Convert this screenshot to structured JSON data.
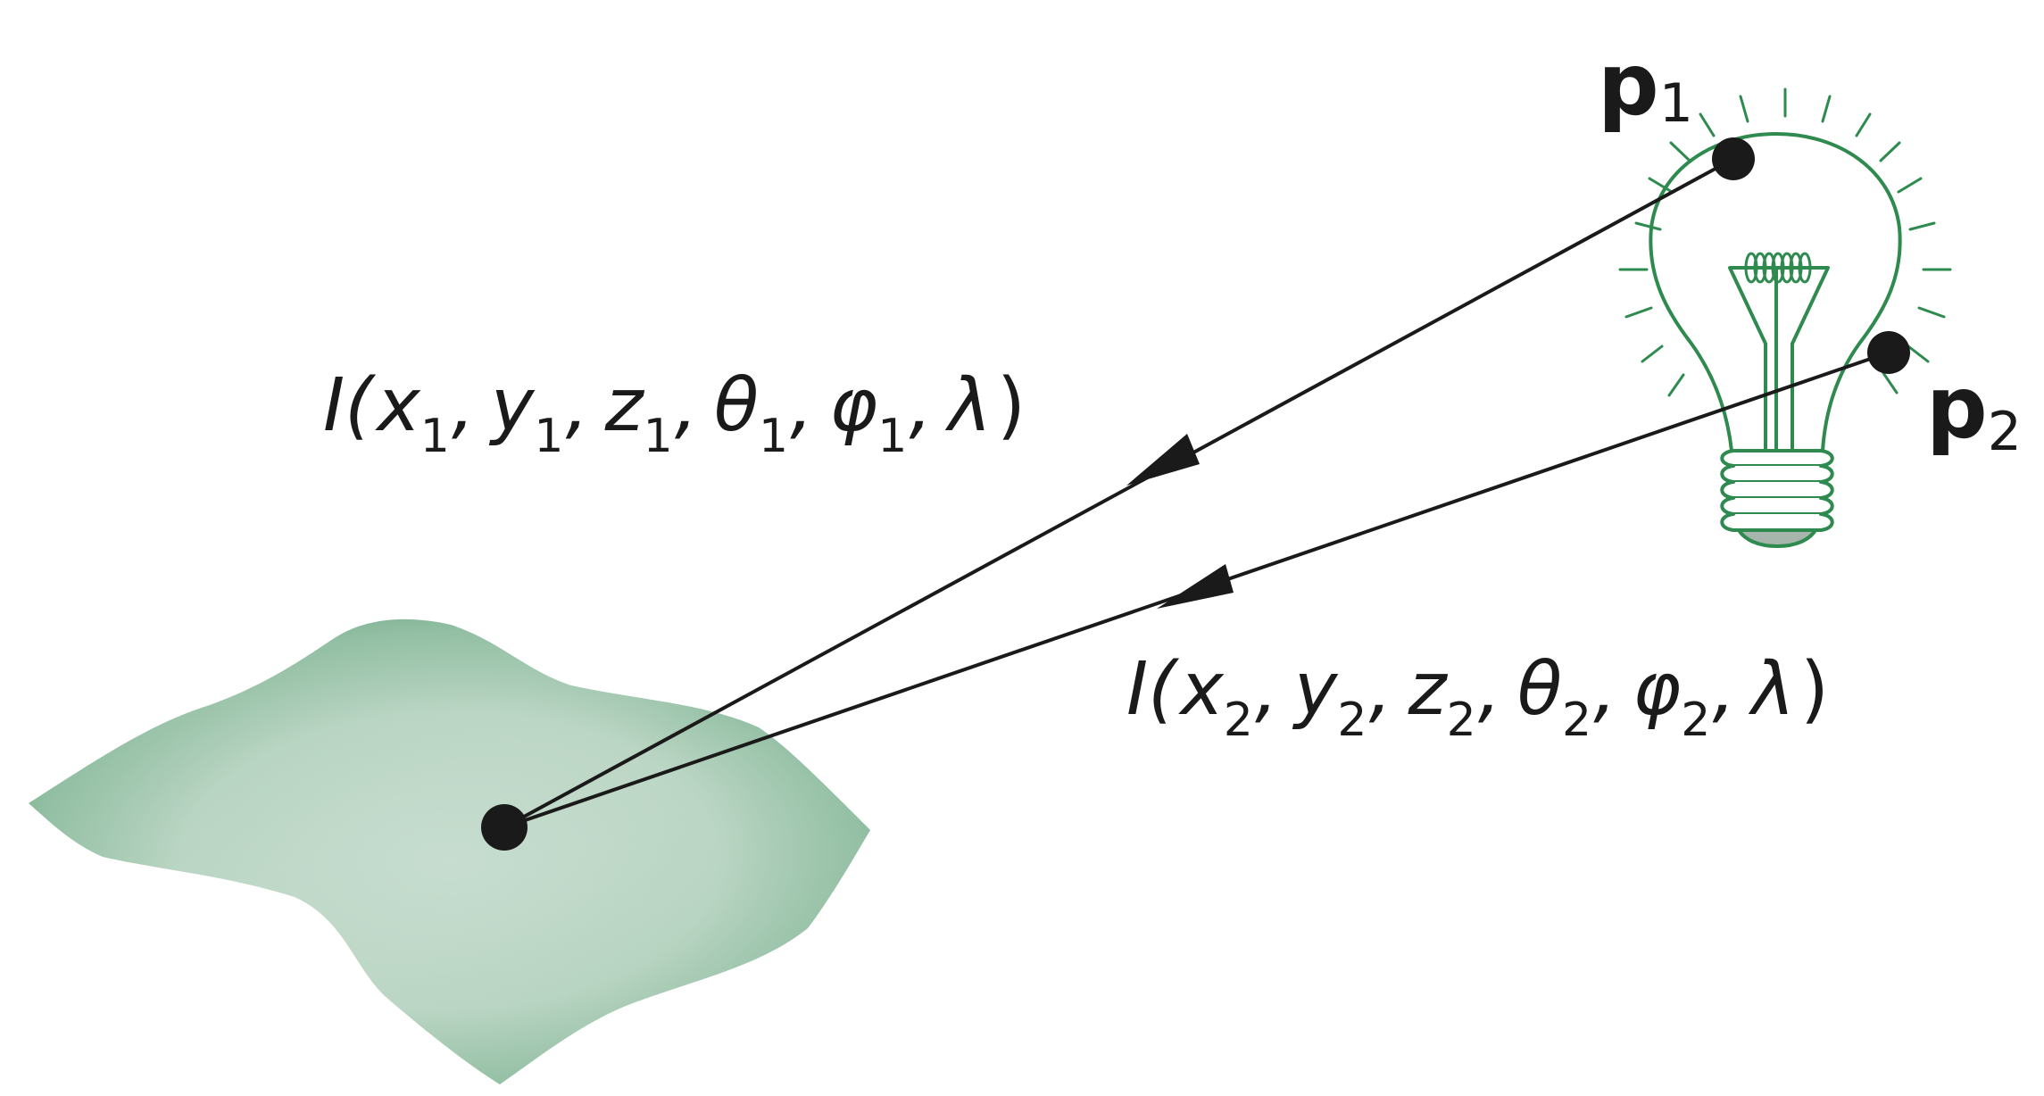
{
  "colors": {
    "ink": "#1a1a1a",
    "bulb": "#2e8a4e",
    "surface_dark": "#6aa784",
    "surface_light": "#c4dccd"
  },
  "points": {
    "p1": {
      "symbol": "p",
      "subscript": "1"
    },
    "p2": {
      "symbol": "p",
      "subscript": "2"
    }
  },
  "rays": {
    "ray1": {
      "prefix": "I(",
      "parts": [
        {
          "sym": "x",
          "sub": "1"
        },
        {
          "sym": "y",
          "sub": "1"
        },
        {
          "sym": "z",
          "sub": "1"
        },
        {
          "sym": "θ",
          "sub": "1"
        },
        {
          "sym": "φ",
          "sub": "1"
        }
      ],
      "last": "λ",
      "suffix": ")",
      "sep": ","
    },
    "ray2": {
      "prefix": "I(",
      "parts": [
        {
          "sym": "x",
          "sub": "2"
        },
        {
          "sym": "y",
          "sub": "2"
        },
        {
          "sym": "z",
          "sub": "2"
        },
        {
          "sym": "θ",
          "sub": "2"
        },
        {
          "sym": "φ",
          "sub": "2"
        }
      ],
      "last": "λ",
      "suffix": ")",
      "sep": ","
    }
  },
  "icons": {
    "light_source": "light-bulb-icon",
    "surface": "surface-patch"
  }
}
